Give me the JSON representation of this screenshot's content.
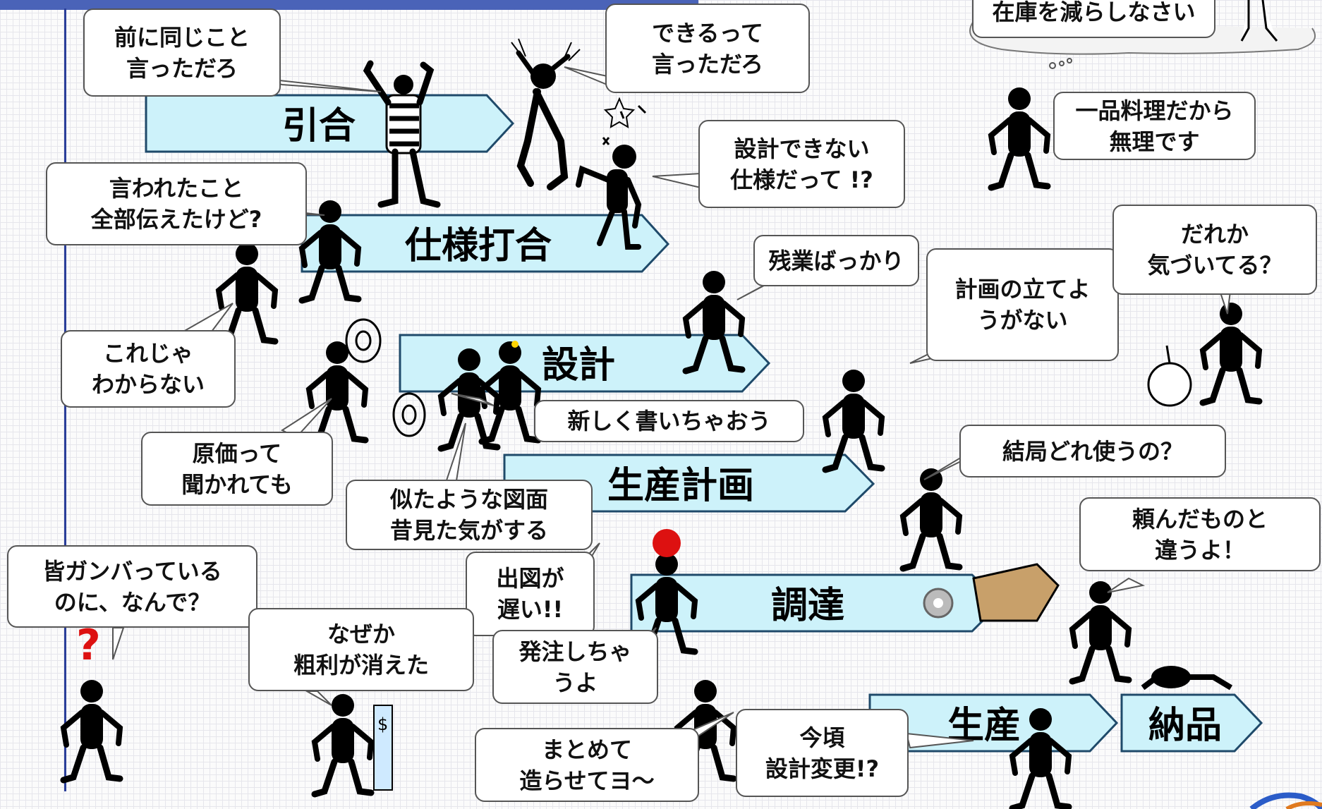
{
  "colors": {
    "arrow_fill": "#cdf2fa",
    "arrow_stroke": "#1f4a6a",
    "header_bar": "#4a63b8",
    "timeline": "#2b3f9a",
    "figure": "#000000",
    "alarm_red": "#dd1111",
    "alarm_purple": "#7a3fd0"
  },
  "stages": [
    "引合",
    "仕様打合",
    "設計",
    "生産計画",
    "調達",
    "生産",
    "納品"
  ],
  "bubbles": {
    "b1": "前に同じこと\n言っただろ",
    "b2": "できるって\n言っただろ",
    "b3": "在庫を減らしなさい",
    "b4": "一品料理だから\n無理です",
    "b5": "設計できない\n仕様だって !?",
    "b6": "言われたこと\n全部伝えたけど?",
    "b7": "残業ばっかり",
    "b8": "計画の立てよ\nうがない",
    "b9": "だれか\n気づいてる？",
    "b10": "これじゃ\nわからない",
    "b11": "新しく書いちゃおう",
    "b12": "原価って\n聞かれても",
    "b13": "似たような図面\n昔見た気がする",
    "b14": "結局どれ使うの？",
    "b15": "頼んだものと\n違うよ！",
    "b16": "皆ガンバっている\nのに、なんで？",
    "b17": "出図が\n遅い!!",
    "b18": "なぜか\n粗利が消えた",
    "b19": "発注しちゃ\nうよ",
    "b20": "まとめて\n造らせてヨ～",
    "b21": "今頃\n設計変更!?"
  },
  "icons": [
    "question-mark-icon",
    "light-bulb-icon",
    "alarm-lines-icon",
    "dollar-receipt-icon",
    "gear-icon",
    "cardboard-box-icon",
    "bomb-icon",
    "rolled-drawing-icon",
    "stars-icon",
    "question-hook-icon"
  ]
}
